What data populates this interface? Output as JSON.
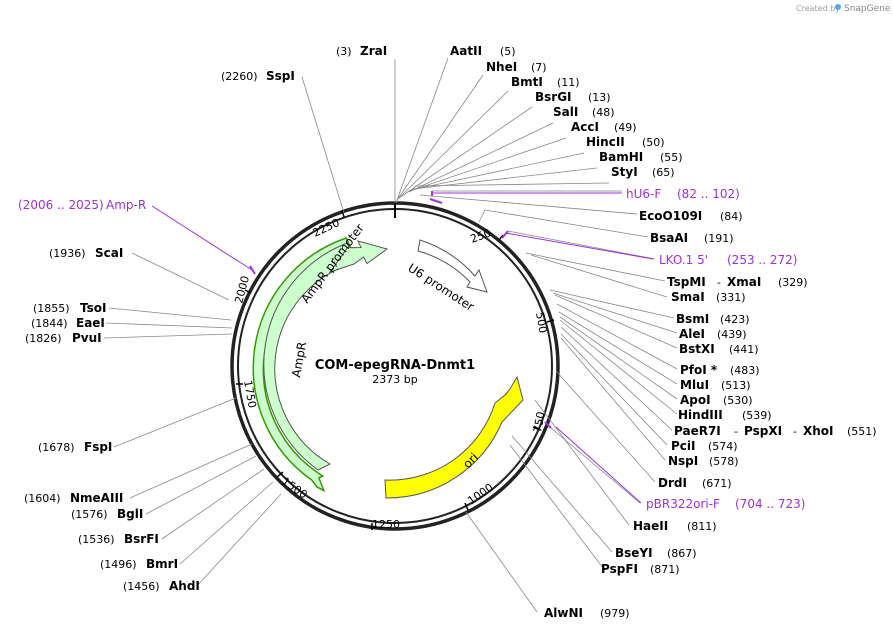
{
  "brand": {
    "created_by": "Created by",
    "name": "SnapGene"
  },
  "plasmid": {
    "name": "COM-epegRNA-Dnmt1",
    "size": "2373 bp"
  },
  "ticks": [
    "250",
    "500",
    "750",
    "1000",
    "1250",
    "1500",
    "1750",
    "2000",
    "2250"
  ],
  "features": {
    "ampr_promoter": "AmpR promoter",
    "u6_promoter": "U6 promoter",
    "ampr": "AmpR",
    "ori": "ori"
  },
  "enzymes": [
    {
      "name": "ZraI",
      "pos": "(3)"
    },
    {
      "name": "AatII",
      "pos": "(5)"
    },
    {
      "name": "NheI",
      "pos": "(7)"
    },
    {
      "name": "BmtI",
      "pos": "(11)"
    },
    {
      "name": "BsrGI",
      "pos": "(13)"
    },
    {
      "name": "SalI",
      "pos": "(48)"
    },
    {
      "name": "AccI",
      "pos": "(49)"
    },
    {
      "name": "HincII",
      "pos": "(50)"
    },
    {
      "name": "BamHI",
      "pos": "(55)"
    },
    {
      "name": "StyI",
      "pos": "(65)"
    },
    {
      "name": "EcoO109I",
      "pos": "(84)"
    },
    {
      "name": "BsaAI",
      "pos": "(191)"
    },
    {
      "name": "TspMI",
      "sep": "-",
      "name2": "XmaI",
      "pos": "(329)"
    },
    {
      "name": "SmaI",
      "pos": "(331)"
    },
    {
      "name": "BsmI",
      "pos": "(423)"
    },
    {
      "name": "AleI",
      "pos": "(439)"
    },
    {
      "name": "BstXI",
      "pos": "(441)"
    },
    {
      "name": "PfoI *",
      "pos": "(483)"
    },
    {
      "name": "MluI",
      "pos": "(513)"
    },
    {
      "name": "ApoI",
      "pos": "(530)"
    },
    {
      "name": "HindIII",
      "pos": "(539)"
    },
    {
      "name": "PaeR7I",
      "sep": "-",
      "name2": "PspXI",
      "sep2": "-",
      "name3": "XhoI",
      "pos": "(551)"
    },
    {
      "name": "PciI",
      "pos": "(574)"
    },
    {
      "name": "NspI",
      "pos": "(578)"
    },
    {
      "name": "DrdI",
      "pos": "(671)"
    },
    {
      "name": "HaeII",
      "pos": "(811)"
    },
    {
      "name": "BseYI",
      "pos": "(867)"
    },
    {
      "name": "PspFI",
      "pos": "(871)"
    },
    {
      "name": "AlwNI",
      "pos": "(979)"
    },
    {
      "name": "SspI",
      "pos": "(2260)"
    },
    {
      "name": "ScaI",
      "pos": "(1936)"
    },
    {
      "name": "TsoI",
      "pos": "(1855)"
    },
    {
      "name": "EaeI",
      "pos": "(1844)"
    },
    {
      "name": "PvuI",
      "pos": "(1826)"
    },
    {
      "name": "FspI",
      "pos": "(1678)"
    },
    {
      "name": "NmeAIII",
      "pos": "(1604)"
    },
    {
      "name": "BglI",
      "pos": "(1576)"
    },
    {
      "name": "BsrFI",
      "pos": "(1536)"
    },
    {
      "name": "BmrI",
      "pos": "(1496)"
    },
    {
      "name": "AhdI",
      "pos": "(1456)"
    }
  ],
  "primers": [
    {
      "name": "hU6-F",
      "range": "(82 .. 102)"
    },
    {
      "name": "LKO.1 5'",
      "range": "(253 .. 272)"
    },
    {
      "name": "pBR322ori-F",
      "range": "(704 .. 723)"
    },
    {
      "name": "Amp-R",
      "range": "(2006 .. 2025)"
    }
  ],
  "colors": {
    "primer": "#a030d8",
    "ori_fill": "#ffff00",
    "ampr_fill": "#ccffcc",
    "ampr_outline": "#339900",
    "backbone": "#222222"
  }
}
